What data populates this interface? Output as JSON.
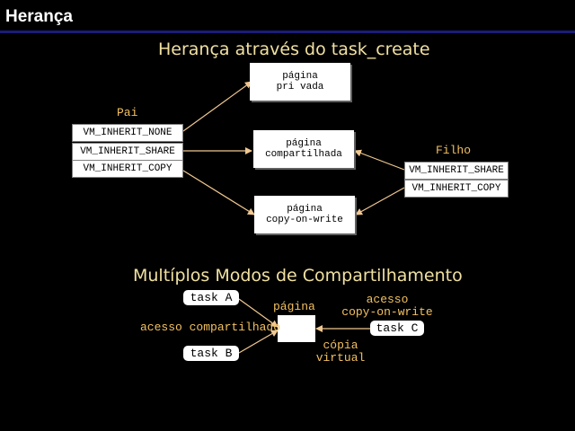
{
  "header": {
    "title": "Herança"
  },
  "section1": {
    "title": "Herança através do task_create",
    "pai_label": "Pai",
    "filho_label": "Filho",
    "pai_items": [
      "VM_INHERIT_NONE",
      "VM_INHERIT_SHARE",
      "VM_INHERIT_COPY"
    ],
    "filho_items": [
      "VM_INHERIT_SHARE",
      "VM_INHERIT_COPY"
    ],
    "pages": {
      "privada": [
        "página",
        "pri vada"
      ],
      "compartilhada": [
        "página",
        "compartilhada"
      ],
      "cow": [
        "página",
        "copy-on-write"
      ]
    }
  },
  "section2": {
    "title": "Multíplos Modos de Compartilhamento",
    "task_a": "task A",
    "task_b": "task B",
    "task_c": "task C",
    "pagina_label": "página",
    "acesso_compartilhado": "acesso compartilhado",
    "acesso_cow": [
      "acesso",
      "copy-on-write"
    ],
    "copia_virtual": [
      "cópia",
      "virtual"
    ]
  },
  "colors": {
    "background": "#000000",
    "title_text": "#f0e0a0",
    "label_text": "#f2c060",
    "arrow": "#f0c890",
    "header_rule": "#1c1c7a"
  }
}
